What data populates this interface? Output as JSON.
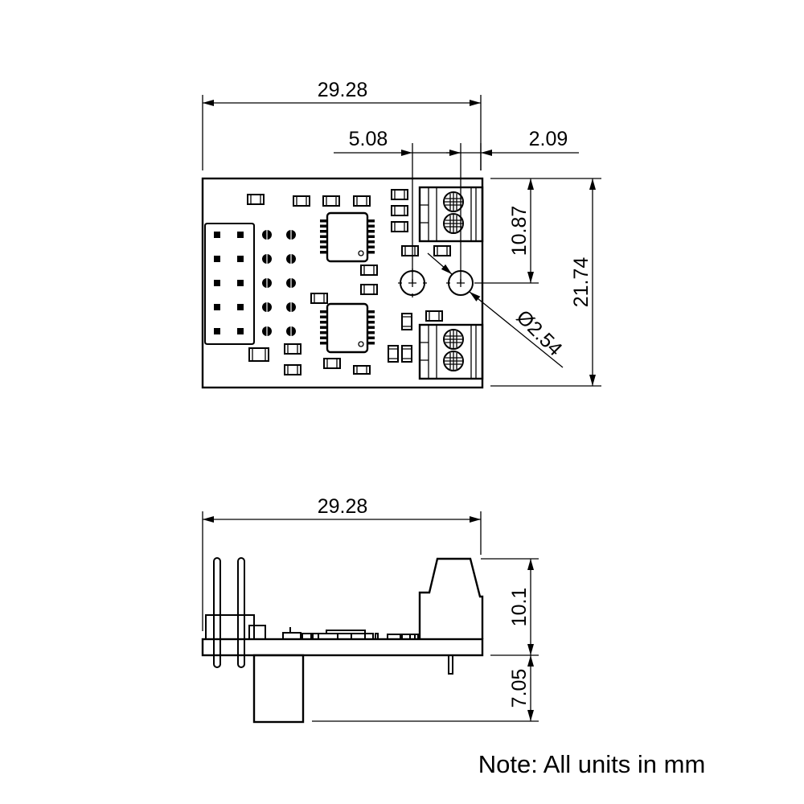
{
  "top_view": {
    "overall_width": "29.28",
    "hole_pitch": "5.08",
    "edge_offset": "2.09",
    "hole_y_offset": "10.87",
    "overall_height": "21.74",
    "hole_diameter": "Ø2.54"
  },
  "side_view": {
    "overall_width": "29.28",
    "height_above": "10.1",
    "height_below": "7.05"
  },
  "note": "Note: All units in mm",
  "colors": {
    "line": "#000000",
    "background": "#ffffff"
  }
}
